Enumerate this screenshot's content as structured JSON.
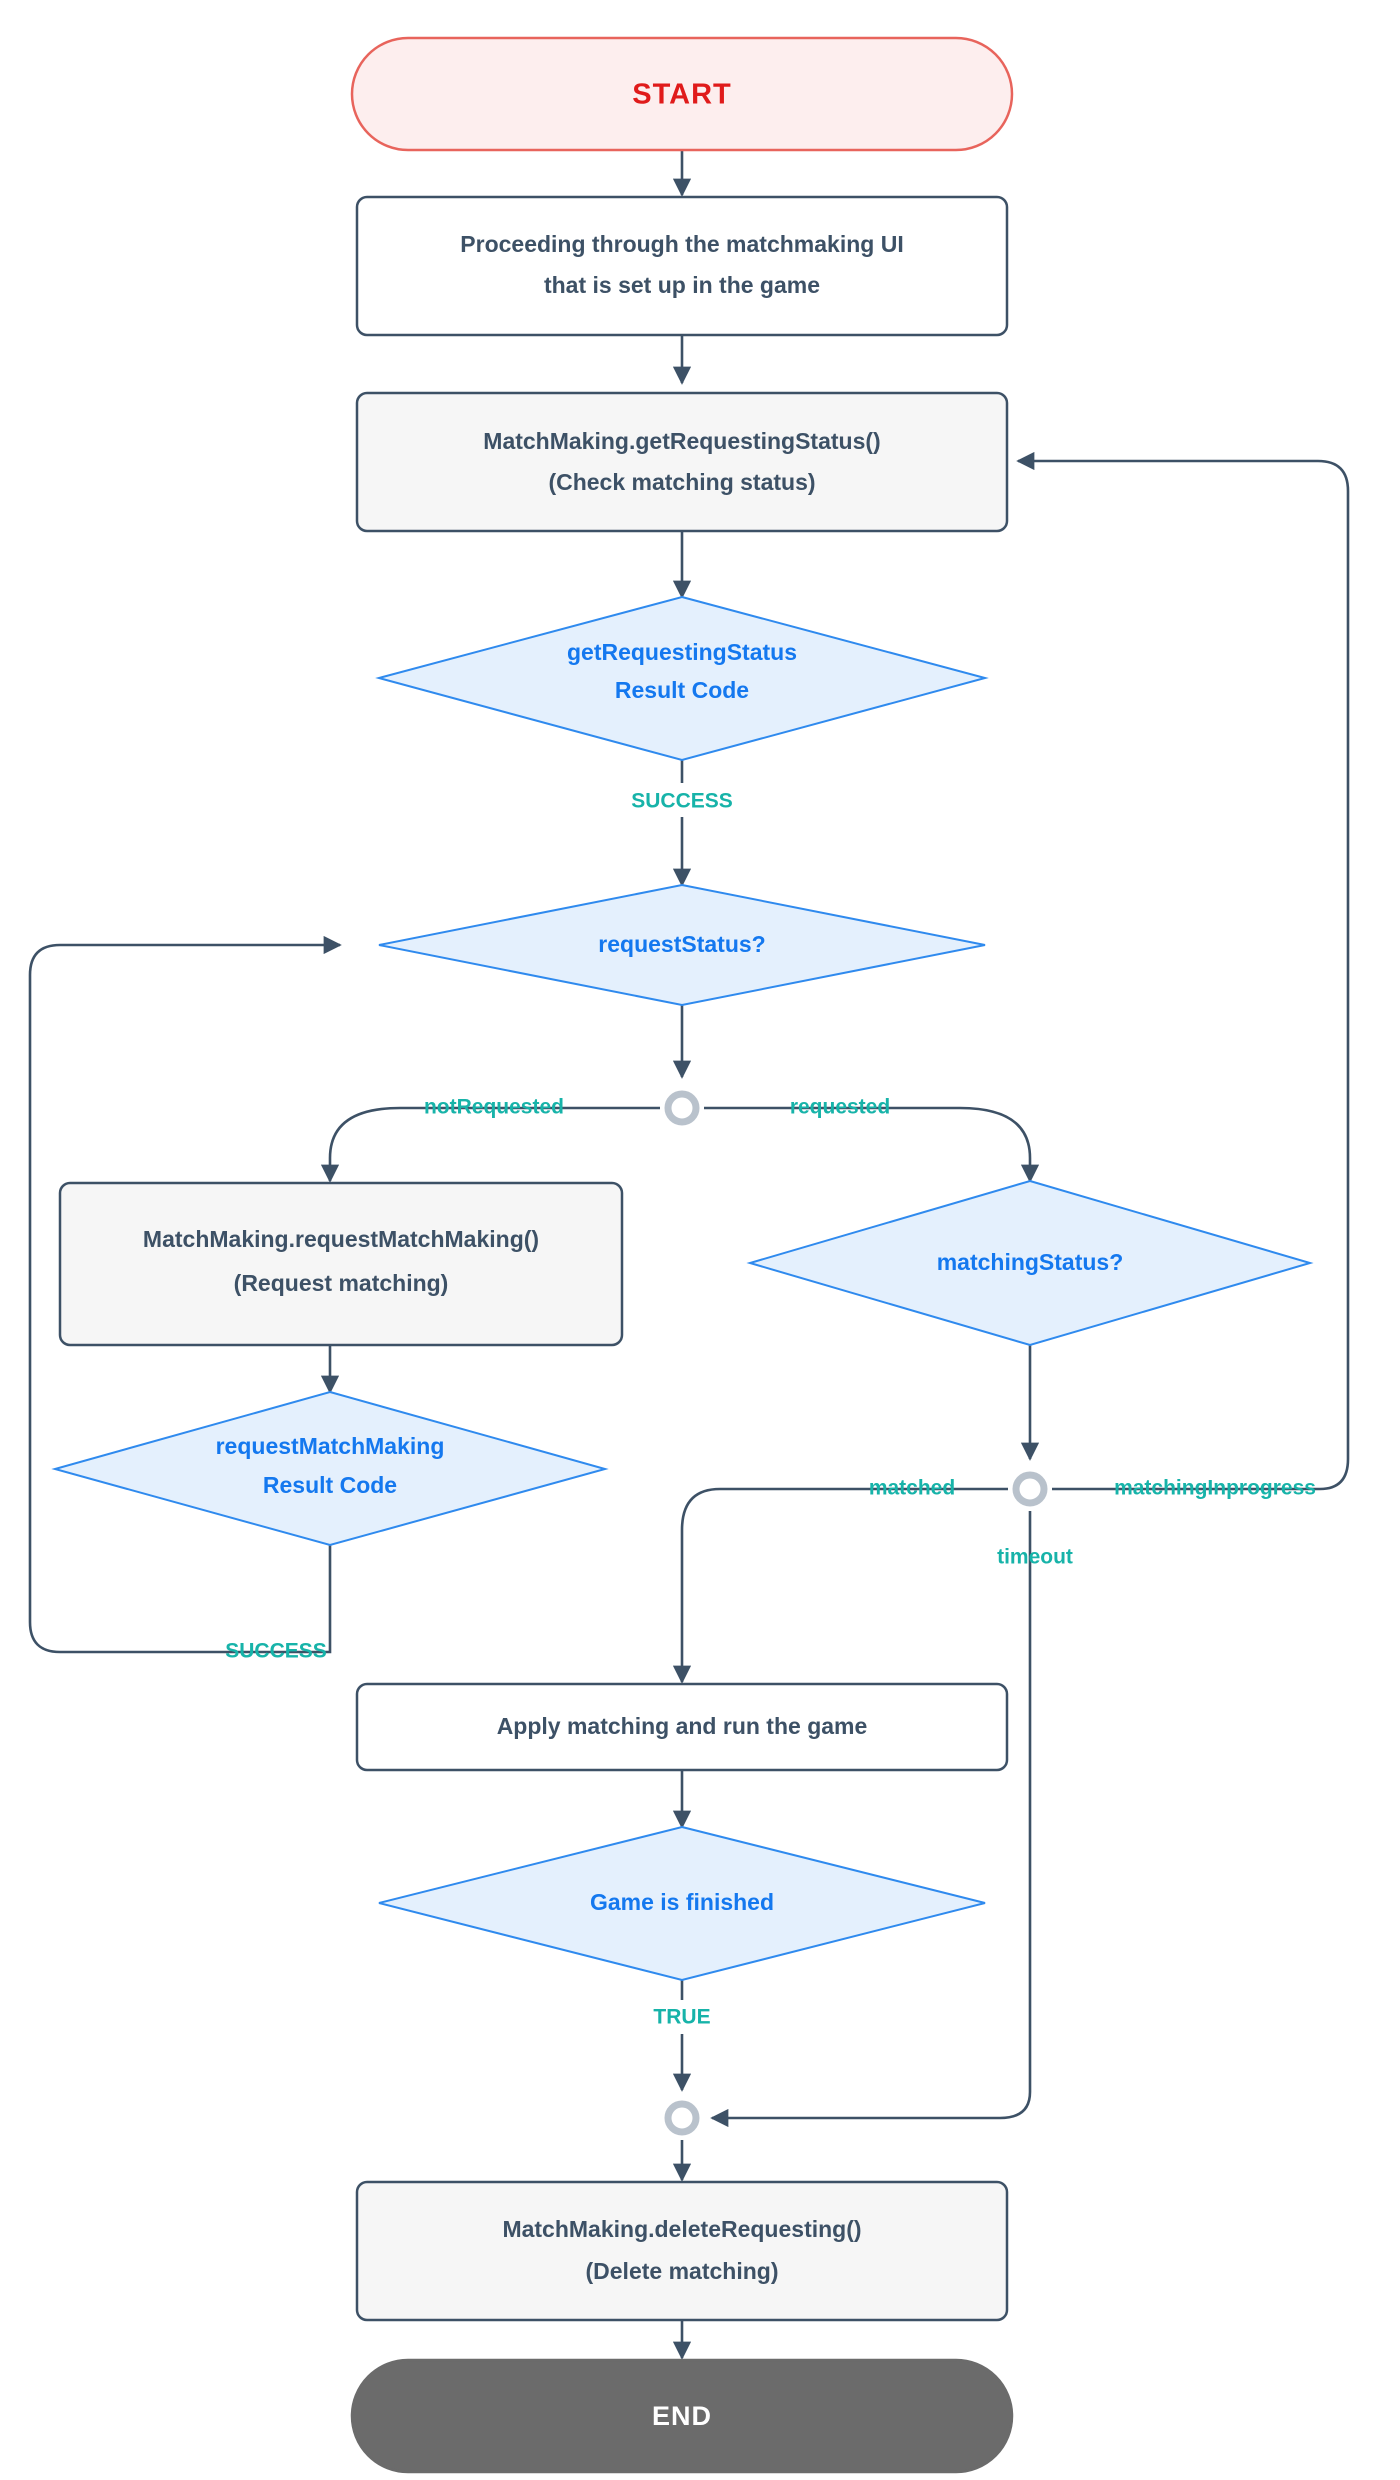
{
  "diagram": {
    "title": "Matchmaking flow",
    "colors": {
      "start_fill": "#fdeeee",
      "start_stroke": "#e8645c",
      "start_text": "#e01b1b",
      "end_fill": "#6b6b6b",
      "end_text": "#ffffff",
      "process_fill": "#ffffff",
      "process_fill_alt": "#f6f6f6",
      "process_stroke": "#3d5166",
      "process_text": "#3d5166",
      "decision_fill": "#e4f0fd",
      "decision_stroke": "#2f8aee",
      "decision_text": "#1478ef",
      "edge_line": "#3d5166",
      "edge_label": "#17b3a9",
      "junction_ring": "#b9c2cc"
    },
    "nodes": {
      "start": {
        "label": "START",
        "shape": "terminator"
      },
      "ui_step": {
        "line1": "Proceeding through the matchmaking UI",
        "line2": "that is set up in the game",
        "shape": "process"
      },
      "get_requesting_status": {
        "line1": "MatchMaking.getRequestingStatus()",
        "line2": "(Check matching status)",
        "shape": "process"
      },
      "get_requesting_status_result": {
        "line1": "getRequestingStatus",
        "line2": "Result Code",
        "shape": "decision"
      },
      "request_status": {
        "line1": "requestStatus?",
        "shape": "decision"
      },
      "request_matchmaking": {
        "line1": "MatchMaking.requestMatchMaking()",
        "line2": "(Request matching)",
        "shape": "process"
      },
      "request_matchmaking_result": {
        "line1": "requestMatchMaking",
        "line2": "Result Code",
        "shape": "decision"
      },
      "matching_status": {
        "line1": "matchingStatus?",
        "shape": "decision"
      },
      "apply_matching": {
        "line1": "Apply matching and run the game",
        "shape": "process"
      },
      "game_is_finished": {
        "line1": "Game is finished",
        "shape": "decision"
      },
      "delete_requesting": {
        "line1": "MatchMaking.deleteRequesting()",
        "line2": "(Delete matching)",
        "shape": "process"
      },
      "end": {
        "label": "END",
        "shape": "terminator"
      }
    },
    "edge_labels": {
      "success_1": "SUCCESS",
      "not_requested": "notRequested",
      "requested": "requested",
      "success_2": "SUCCESS",
      "matched": "matched",
      "matching_inprogress": "matchingInprogress",
      "timeout": "timeout",
      "true_label": "TRUE"
    },
    "junctions": {
      "request_status_split": "junction-request-status",
      "matching_status_split": "junction-matching-status",
      "end_merge": "junction-end-merge"
    }
  },
  "chart_data": {
    "type": "diagram",
    "title": "Matchmaking flow",
    "nodes": [
      {
        "id": "start",
        "type": "terminator",
        "text": "START"
      },
      {
        "id": "ui_step",
        "type": "process",
        "text": "Proceeding through the matchmaking UI that is set up in the game"
      },
      {
        "id": "get_requesting_status",
        "type": "process",
        "text": "MatchMaking.getRequestingStatus() (Check matching status)"
      },
      {
        "id": "get_requesting_status_result",
        "type": "decision",
        "text": "getRequestingStatus Result Code"
      },
      {
        "id": "request_status",
        "type": "decision",
        "text": "requestStatus?"
      },
      {
        "id": "request_matchmaking",
        "type": "process",
        "text": "MatchMaking.requestMatchMaking() (Request matching)"
      },
      {
        "id": "request_matchmaking_result",
        "type": "decision",
        "text": "requestMatchMaking Result Code"
      },
      {
        "id": "matching_status",
        "type": "decision",
        "text": "matchingStatus?"
      },
      {
        "id": "apply_matching",
        "type": "process",
        "text": "Apply matching and run the game"
      },
      {
        "id": "game_is_finished",
        "type": "decision",
        "text": "Game is finished"
      },
      {
        "id": "delete_requesting",
        "type": "process",
        "text": "MatchMaking.deleteRequesting() (Delete matching)"
      },
      {
        "id": "end",
        "type": "terminator",
        "text": "END"
      }
    ],
    "edges": [
      {
        "from": "start",
        "to": "ui_step",
        "label": ""
      },
      {
        "from": "ui_step",
        "to": "get_requesting_status",
        "label": ""
      },
      {
        "from": "get_requesting_status",
        "to": "get_requesting_status_result",
        "label": ""
      },
      {
        "from": "get_requesting_status_result",
        "to": "request_status",
        "label": "SUCCESS"
      },
      {
        "from": "request_status",
        "to": "request_matchmaking",
        "label": "notRequested"
      },
      {
        "from": "request_status",
        "to": "matching_status",
        "label": "requested"
      },
      {
        "from": "request_matchmaking",
        "to": "request_matchmaking_result",
        "label": ""
      },
      {
        "from": "request_matchmaking_result",
        "to": "request_status",
        "label": "SUCCESS"
      },
      {
        "from": "matching_status",
        "to": "apply_matching",
        "label": "matched"
      },
      {
        "from": "matching_status",
        "to": "get_requesting_status",
        "label": "matchingInprogress"
      },
      {
        "from": "matching_status",
        "to": "delete_requesting",
        "label": "timeout"
      },
      {
        "from": "apply_matching",
        "to": "game_is_finished",
        "label": ""
      },
      {
        "from": "game_is_finished",
        "to": "delete_requesting",
        "label": "TRUE"
      },
      {
        "from": "delete_requesting",
        "to": "end",
        "label": ""
      }
    ]
  }
}
